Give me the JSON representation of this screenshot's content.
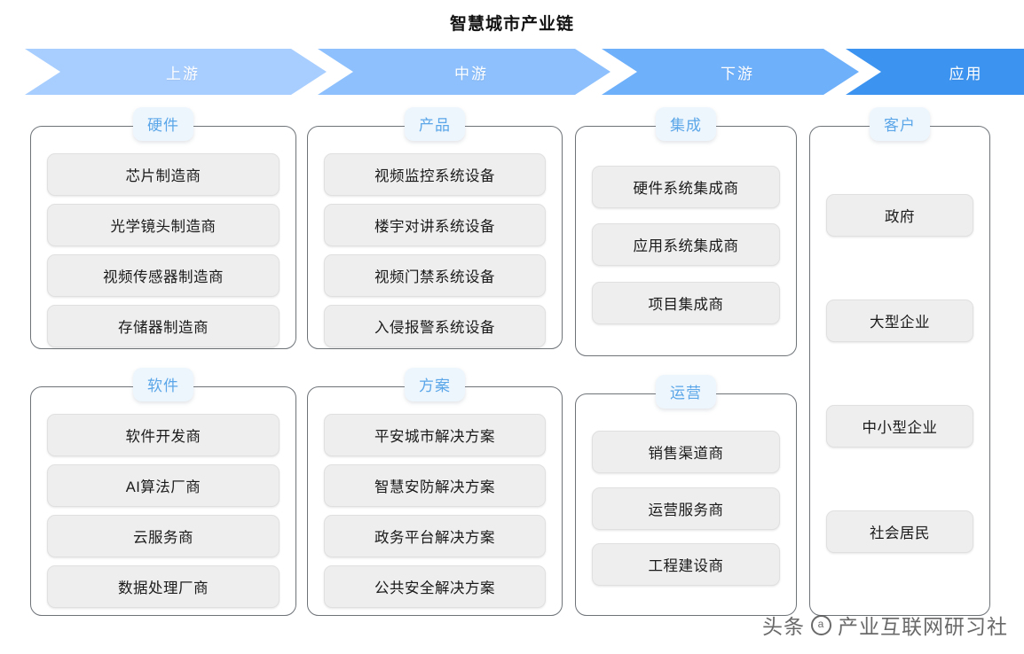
{
  "title": "智慧城市产业链",
  "stages": [
    {
      "label": "上游",
      "color": "#a8ceff"
    },
    {
      "label": "中游",
      "color": "#8dc0fc"
    },
    {
      "label": "下游",
      "color": "#6fb0fb"
    },
    {
      "label": "应用",
      "color": "#3d94f0"
    }
  ],
  "columns": [
    {
      "groups": [
        {
          "tag": "硬件",
          "items": [
            "芯片制造商",
            "光学镜头制造商",
            "视频传感器制造商",
            "存储器制造商"
          ]
        },
        {
          "tag": "软件",
          "items": [
            "软件开发商",
            "AI算法厂商",
            "云服务商",
            "数据处理厂商"
          ]
        }
      ]
    },
    {
      "groups": [
        {
          "tag": "产品",
          "items": [
            "视频监控系统设备",
            "楼宇对讲系统设备",
            "视频门禁系统设备",
            "入侵报警系统设备"
          ]
        },
        {
          "tag": "方案",
          "items": [
            "平安城市解决方案",
            "智慧安防解决方案",
            "政务平台解决方案",
            "公共安全解决方案"
          ]
        }
      ]
    },
    {
      "groups": [
        {
          "tag": "集成",
          "items": [
            "硬件系统集成商",
            "应用系统集成商",
            "项目集成商"
          ]
        },
        {
          "tag": "运营",
          "items": [
            "销售渠道商",
            "运营服务商",
            "工程建设商"
          ]
        }
      ]
    },
    {
      "groups": [
        {
          "tag": "客户",
          "items": [
            "政府",
            "大型企业",
            "中小型企业",
            "社会居民"
          ]
        }
      ]
    }
  ],
  "watermark": {
    "prefix": "头条",
    "at": "@",
    "name": "产业互联网研习社"
  },
  "colors": {
    "tag_text": "#5aa6e8",
    "tag_bg": "#eef6fd",
    "pill_bg": "#eeeeee",
    "card_border": "#6e7378"
  }
}
